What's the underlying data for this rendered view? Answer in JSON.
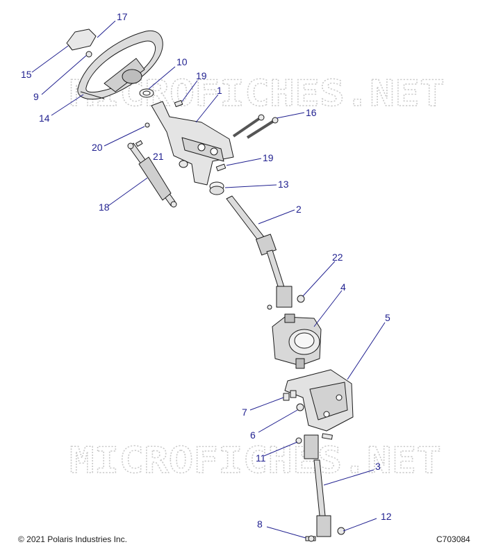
{
  "watermark": "MICROFICHES.NET",
  "copyright": "© 2021 Polaris Industries Inc.",
  "diagram_code": "C703084",
  "callouts": [
    {
      "id": "c17",
      "label": "17"
    },
    {
      "id": "c15",
      "label": "15"
    },
    {
      "id": "c9",
      "label": "9"
    },
    {
      "id": "c14",
      "label": "14"
    },
    {
      "id": "c10",
      "label": "10"
    },
    {
      "id": "c19a",
      "label": "19"
    },
    {
      "id": "c1",
      "label": "1"
    },
    {
      "id": "c16",
      "label": "16"
    },
    {
      "id": "c20",
      "label": "20"
    },
    {
      "id": "c21",
      "label": "21"
    },
    {
      "id": "c19b",
      "label": "19"
    },
    {
      "id": "c13",
      "label": "13"
    },
    {
      "id": "c18",
      "label": "18"
    },
    {
      "id": "c2",
      "label": "2"
    },
    {
      "id": "c22",
      "label": "22"
    },
    {
      "id": "c4",
      "label": "4"
    },
    {
      "id": "c5",
      "label": "5"
    },
    {
      "id": "c7",
      "label": "7"
    },
    {
      "id": "c6",
      "label": "6"
    },
    {
      "id": "c11",
      "label": "11"
    },
    {
      "id": "c3",
      "label": "3"
    },
    {
      "id": "c8",
      "label": "8"
    },
    {
      "id": "c12",
      "label": "12"
    }
  ],
  "colors": {
    "callout": "#1f1f8f",
    "line": "#1a1a1a",
    "part_fill": "#e8e8e8",
    "watermark": "#c9c9c9"
  }
}
